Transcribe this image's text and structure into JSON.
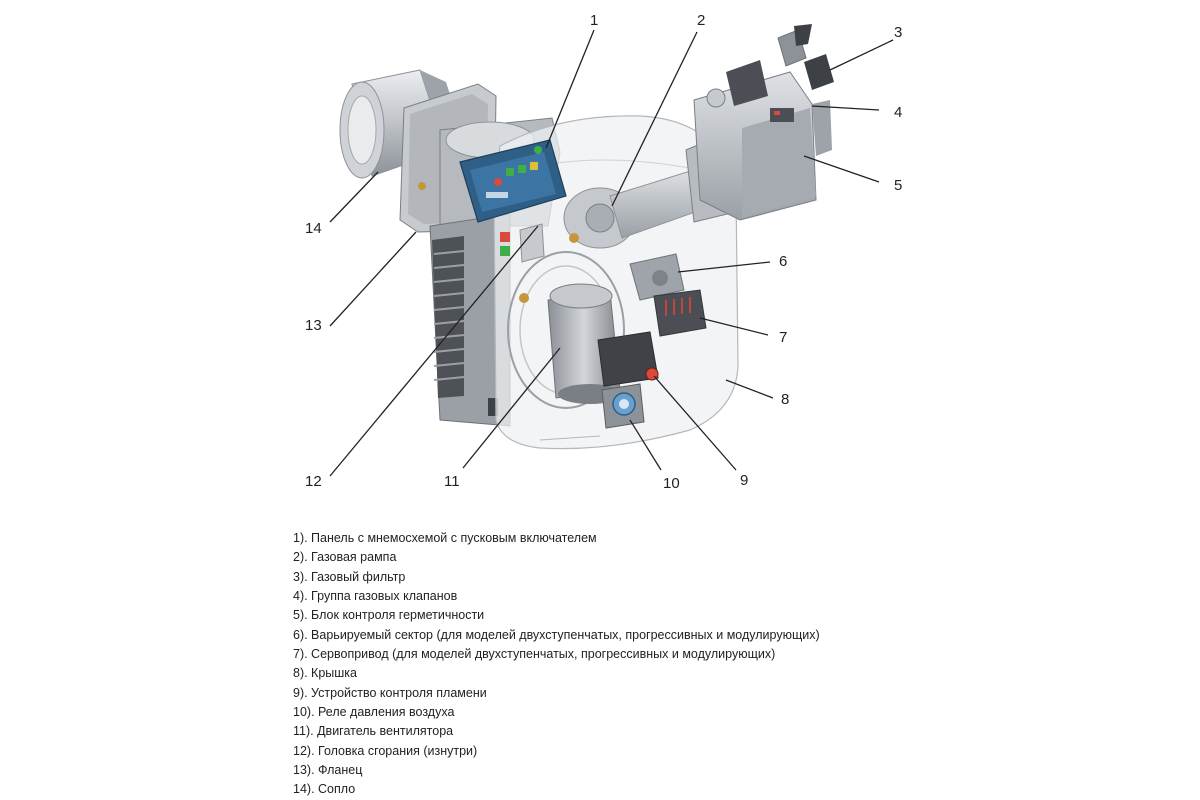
{
  "diagram": {
    "colors": {
      "leader_line": "#222222",
      "metal_dark": "#7a7f86",
      "metal_mid": "#a9aeb5",
      "metal_light": "#d5d8dc",
      "housing_fill": "#e6e8ea",
      "panel_blue": "#2f5f86",
      "indicator_green": "#3fae49",
      "indicator_red": "#d94a3a",
      "motor_dark": "#4b4f55"
    },
    "callouts": [
      {
        "number": "1"
      },
      {
        "number": "2"
      },
      {
        "number": "3"
      },
      {
        "number": "4"
      },
      {
        "number": "5"
      },
      {
        "number": "6"
      },
      {
        "number": "7"
      },
      {
        "number": "8"
      },
      {
        "number": "9"
      },
      {
        "number": "10"
      },
      {
        "number": "11"
      },
      {
        "number": "12"
      },
      {
        "number": "13"
      },
      {
        "number": "14"
      }
    ]
  },
  "legend": {
    "items": [
      "1). Панель с мнемосхемой с пусковым включателем",
      "2). Газовая рампа",
      "3). Газовый фильтр",
      "4). Группа газовых клапанов",
      "5). Блок  контроля герметичности",
      "6). Варьируемый сектор (для моделей двухступенчатых, прогрессивных и модулирующих)",
      "7). Сервопривод (для моделей двухступенчатых, прогрессивных и модулирующих)",
      "8). Крышка",
      "9). Устройство контроля пламени",
      "10). Реле давления воздуха",
      "11). Двигатель вентилятора",
      "12). Головка сгорания (изнутри)",
      "13). Фланец",
      "14). Сопло"
    ]
  }
}
